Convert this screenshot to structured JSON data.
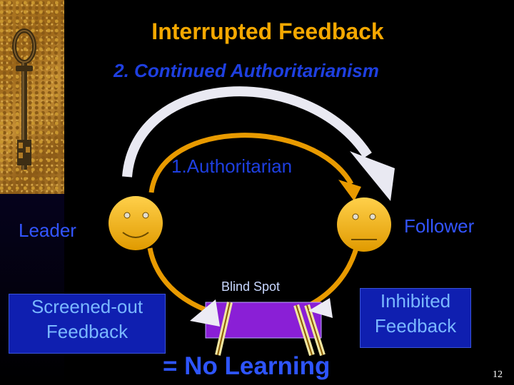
{
  "slide": {
    "title": "Interrupted Feedback",
    "subtitle": "2. Continued Authoritarianism",
    "relation_label": "1.Authoritarian",
    "leader_label": "Leader",
    "follower_label": "Follower",
    "blind_spot_label": "Blind Spot",
    "screened_label_line1": "Screened-out",
    "screened_label_line2": "Feedback",
    "inhibited_label_line1": "Inhibited",
    "inhibited_label_line2": "Feedback",
    "no_learning_label": "= No Learning",
    "page_number": "12"
  },
  "colors": {
    "title": "#f5a800",
    "subtitle": "#1e3fe0",
    "face": "#f5b400",
    "loop": "#e89a00",
    "blind_spot": "#8a1fd6",
    "arrow_white": "#e9e9f2",
    "label_blue": "#3355ff"
  },
  "icons": {
    "left_strip": "antique-key-icon",
    "leader": "smiley-face-icon",
    "follower": "neutral-face-icon"
  }
}
